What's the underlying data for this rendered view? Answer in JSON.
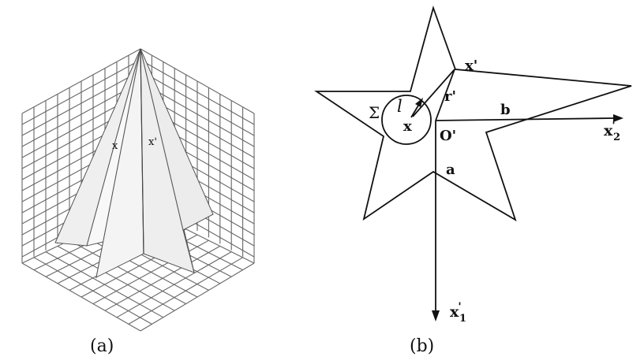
{
  "panel_a": {
    "caption": "(a)",
    "labels": {
      "x": "x",
      "x_prime": "x'"
    }
  },
  "panel_b": {
    "caption": "(b)",
    "labels": {
      "sigma": "Σ",
      "l": "l",
      "x": "x",
      "x_prime": "x'",
      "r_prime": "r'",
      "b": "b",
      "o_prime": "O'",
      "a": "a",
      "x2_base": "x",
      "x2_sub": "2",
      "x2_mark": "'",
      "x1_base": "x",
      "x1_sub": "1",
      "x1_mark": "'"
    }
  }
}
